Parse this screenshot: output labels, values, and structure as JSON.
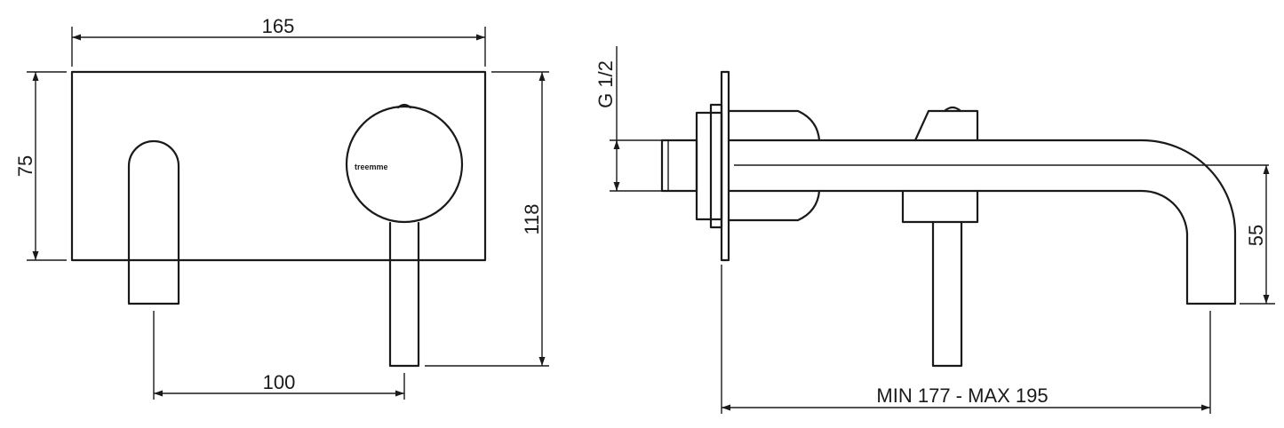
{
  "dimensions": {
    "plate_width": "165",
    "plate_height": "75",
    "overall_height": "118",
    "spout_to_lever": "100",
    "thread": "G 1/2",
    "spout_drop": "55",
    "projection_range": "MIN 177 - MAX 195"
  },
  "brand_mark": "treemme",
  "colors": {
    "line": "#1a1a1a",
    "background": "#ffffff"
  }
}
